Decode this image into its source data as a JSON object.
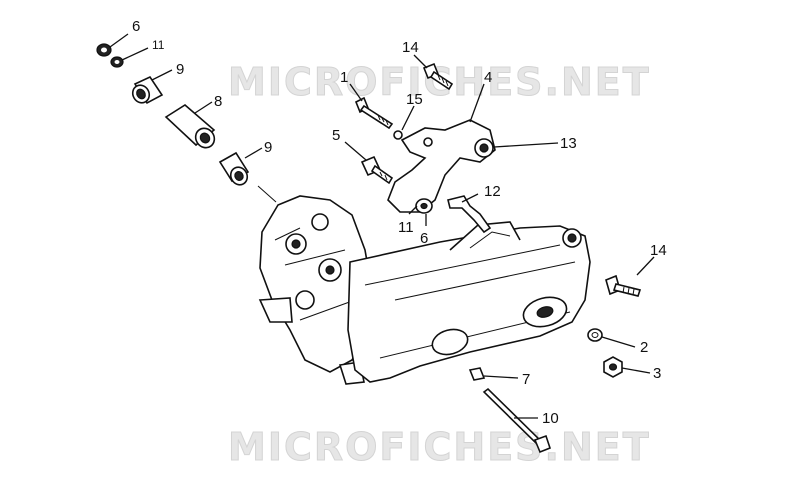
{
  "watermark": {
    "text": "MICROFICHES.NET"
  },
  "callouts": [
    {
      "id": "c6a",
      "label": "6"
    },
    {
      "id": "c11a",
      "label": "11"
    },
    {
      "id": "c9a",
      "label": "9"
    },
    {
      "id": "c8",
      "label": "8"
    },
    {
      "id": "c9b",
      "label": "9"
    },
    {
      "id": "c14a",
      "label": "14"
    },
    {
      "id": "c1",
      "label": "1"
    },
    {
      "id": "c15",
      "label": "15"
    },
    {
      "id": "c4",
      "label": "4"
    },
    {
      "id": "c5",
      "label": "5"
    },
    {
      "id": "c13",
      "label": "13"
    },
    {
      "id": "c12",
      "label": "12"
    },
    {
      "id": "c11b",
      "label": "11"
    },
    {
      "id": "c6b",
      "label": "6"
    },
    {
      "id": "c14b",
      "label": "14"
    },
    {
      "id": "c2",
      "label": "2"
    },
    {
      "id": "c3",
      "label": "3"
    },
    {
      "id": "c7",
      "label": "7"
    },
    {
      "id": "c10",
      "label": "10"
    }
  ]
}
